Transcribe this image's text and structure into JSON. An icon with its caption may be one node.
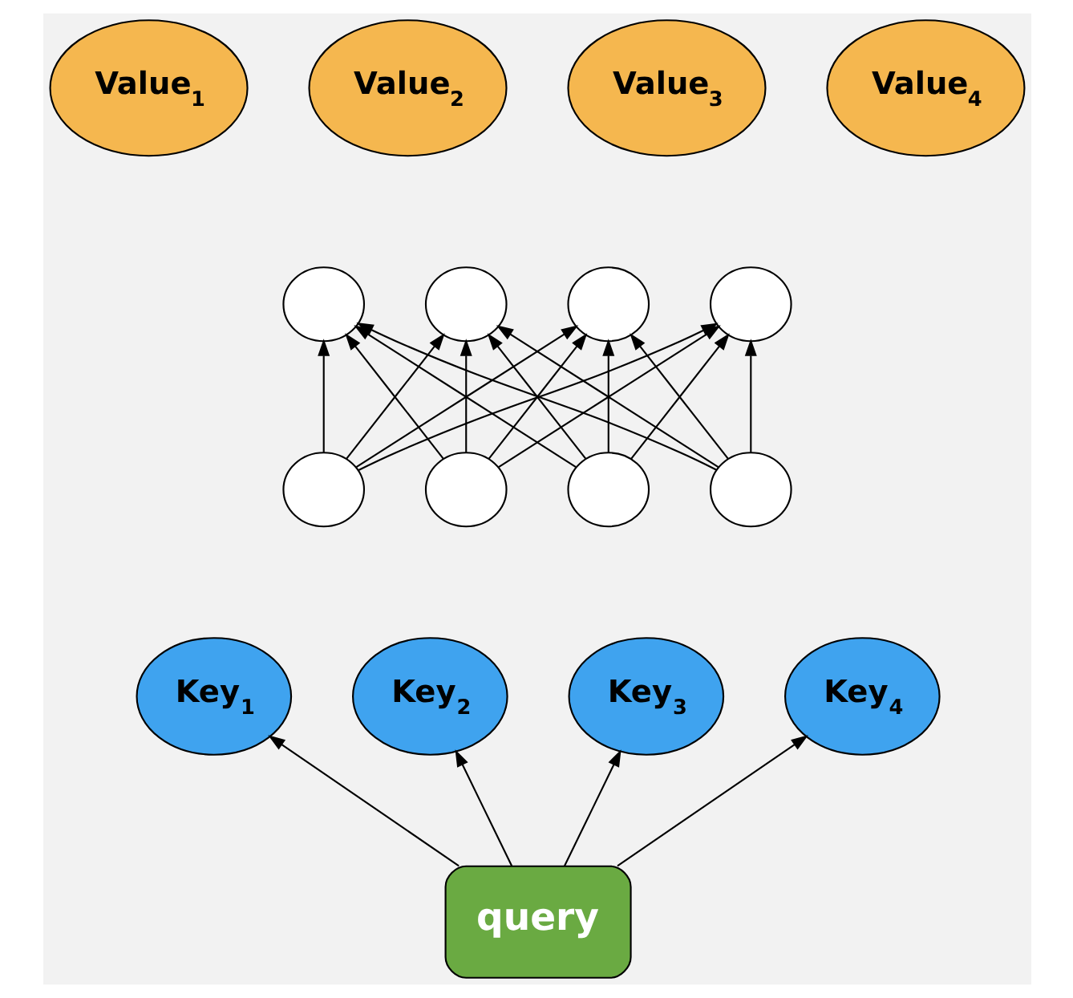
{
  "diagram": {
    "nodes": [
      {
        "text": [
          "Value$_{1}$"
        ]
      },
      {
        "text": [
          "Value$_{2}$"
        ]
      },
      {
        "text": [
          "Value$_{3}$"
        ]
      },
      {
        "text": [
          "Value$_{4}$"
        ]
      },
      {
        "text": [],
        "shape": "circle"
      },
      {
        "text": [],
        "shape": "circle"
      },
      {
        "text": [],
        "shape": "circle"
      },
      {
        "text": [],
        "shape": "circle"
      },
      {
        "text": [],
        "shape": "circle"
      },
      {
        "text": [],
        "shape": "circle"
      },
      {
        "text": [],
        "shape": "circle"
      },
      {
        "text": [],
        "shape": "circle"
      },
      {
        "text": [
          "Key$_{1}$"
        ]
      },
      {
        "text": [
          "Key$_{2}$"
        ]
      },
      {
        "text": [
          "Key$_{3}$"
        ]
      },
      {
        "text": [
          "Key$_{4}$"
        ]
      },
      {
        "text": [
          "query"
        ]
      }
    ],
    "edges": [
      {
        "from": 8,
        "to": 4,
        "arrow": "to"
      },
      {
        "from": 8,
        "to": 5,
        "arrow": "to"
      },
      {
        "from": 8,
        "to": 6,
        "arrow": "to"
      },
      {
        "from": 8,
        "to": 7,
        "arrow": "to"
      },
      {
        "from": 9,
        "to": 4,
        "arrow": "to"
      },
      {
        "from": 9,
        "to": 5,
        "arrow": "to"
      },
      {
        "from": 9,
        "to": 6,
        "arrow": "to"
      },
      {
        "from": 9,
        "to": 7,
        "arrow": "to"
      },
      {
        "from": 10,
        "to": 4,
        "arrow": "to"
      },
      {
        "from": 10,
        "to": 5,
        "arrow": "to"
      },
      {
        "from": 10,
        "to": 6,
        "arrow": "to"
      },
      {
        "from": 10,
        "to": 7,
        "arrow": "to"
      },
      {
        "from": 11,
        "to": 4,
        "arrow": "to"
      },
      {
        "from": 11,
        "to": 5,
        "arrow": "to"
      },
      {
        "from": 11,
        "to": 6,
        "arrow": "to"
      },
      {
        "from": 11,
        "to": 7,
        "arrow": "to"
      },
      {
        "from": 16,
        "to": 12,
        "arrow": "to"
      },
      {
        "from": 16,
        "to": 13,
        "arrow": "to"
      },
      {
        "from": 16,
        "to": 14,
        "arrow": "to"
      },
      {
        "from": 16,
        "to": 15,
        "arrow": "to"
      }
    ]
  }
}
